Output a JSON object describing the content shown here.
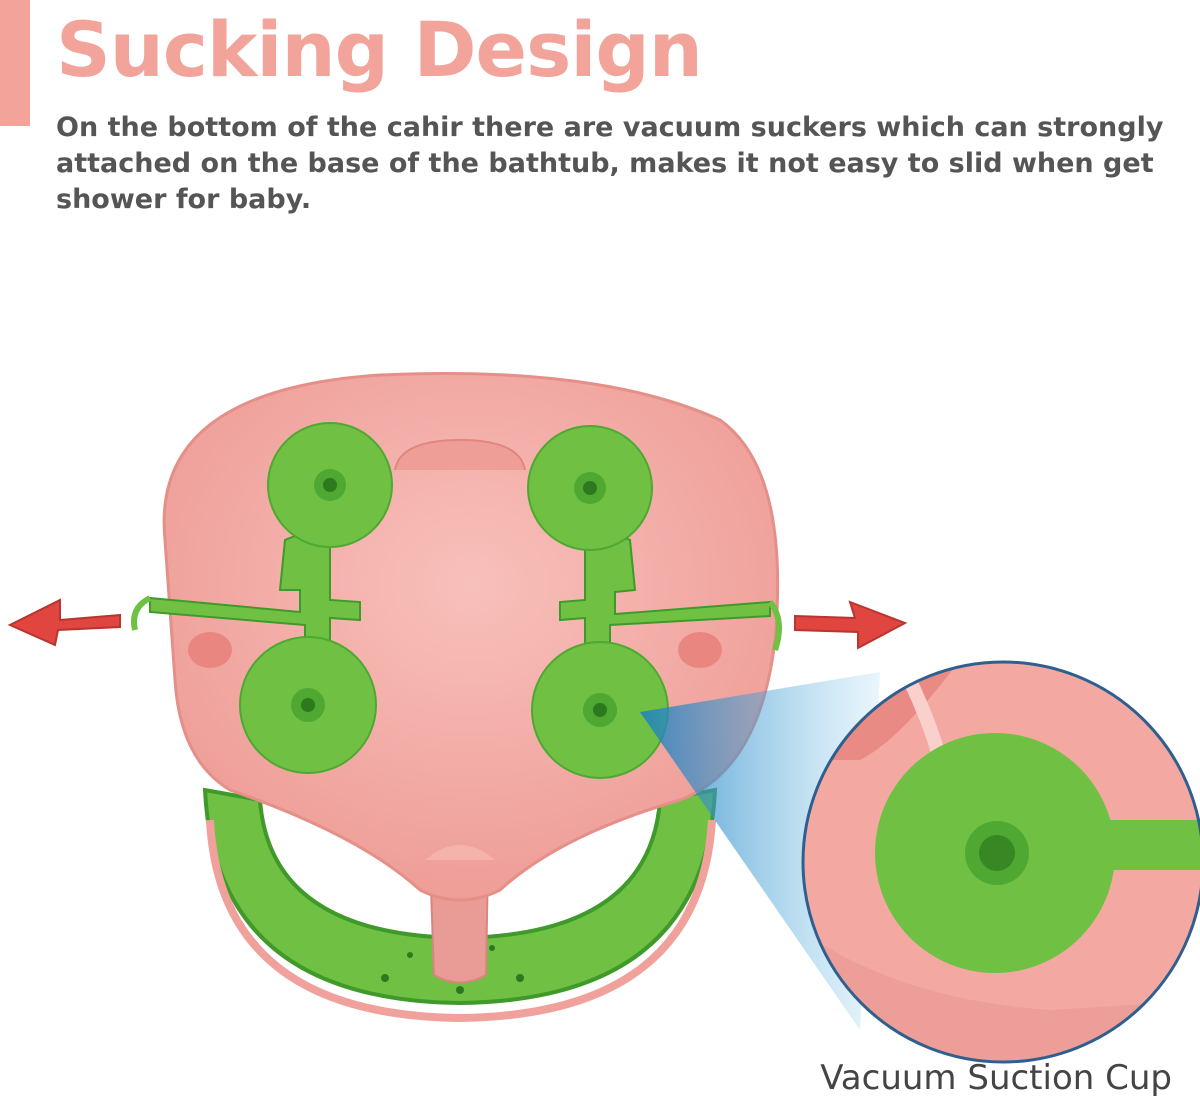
{
  "header": {
    "title": "Sucking Design",
    "description": "On the bottom of the cahir there are vacuum suckers which can strongly attached on the base of the bathtub, makes it not easy to slid when get shower for baby."
  },
  "callout": {
    "label": "Vacuum Suction Cup"
  },
  "colors": {
    "title": "#f2a49a",
    "text": "#555555",
    "caption": "#444444",
    "chair_pink": "#f4a9a3",
    "chair_pink_dark": "#e8918b",
    "sucker_green": "#6fc043",
    "sucker_green_dark": "#3f9a2a",
    "arrow_red": "#e0463f",
    "zoom_ring": "#2f5f8f",
    "zoom_beam": "#4aa8d8"
  },
  "icons": {
    "left_arrow": "arrow-left-icon",
    "right_arrow": "arrow-right-icon"
  }
}
